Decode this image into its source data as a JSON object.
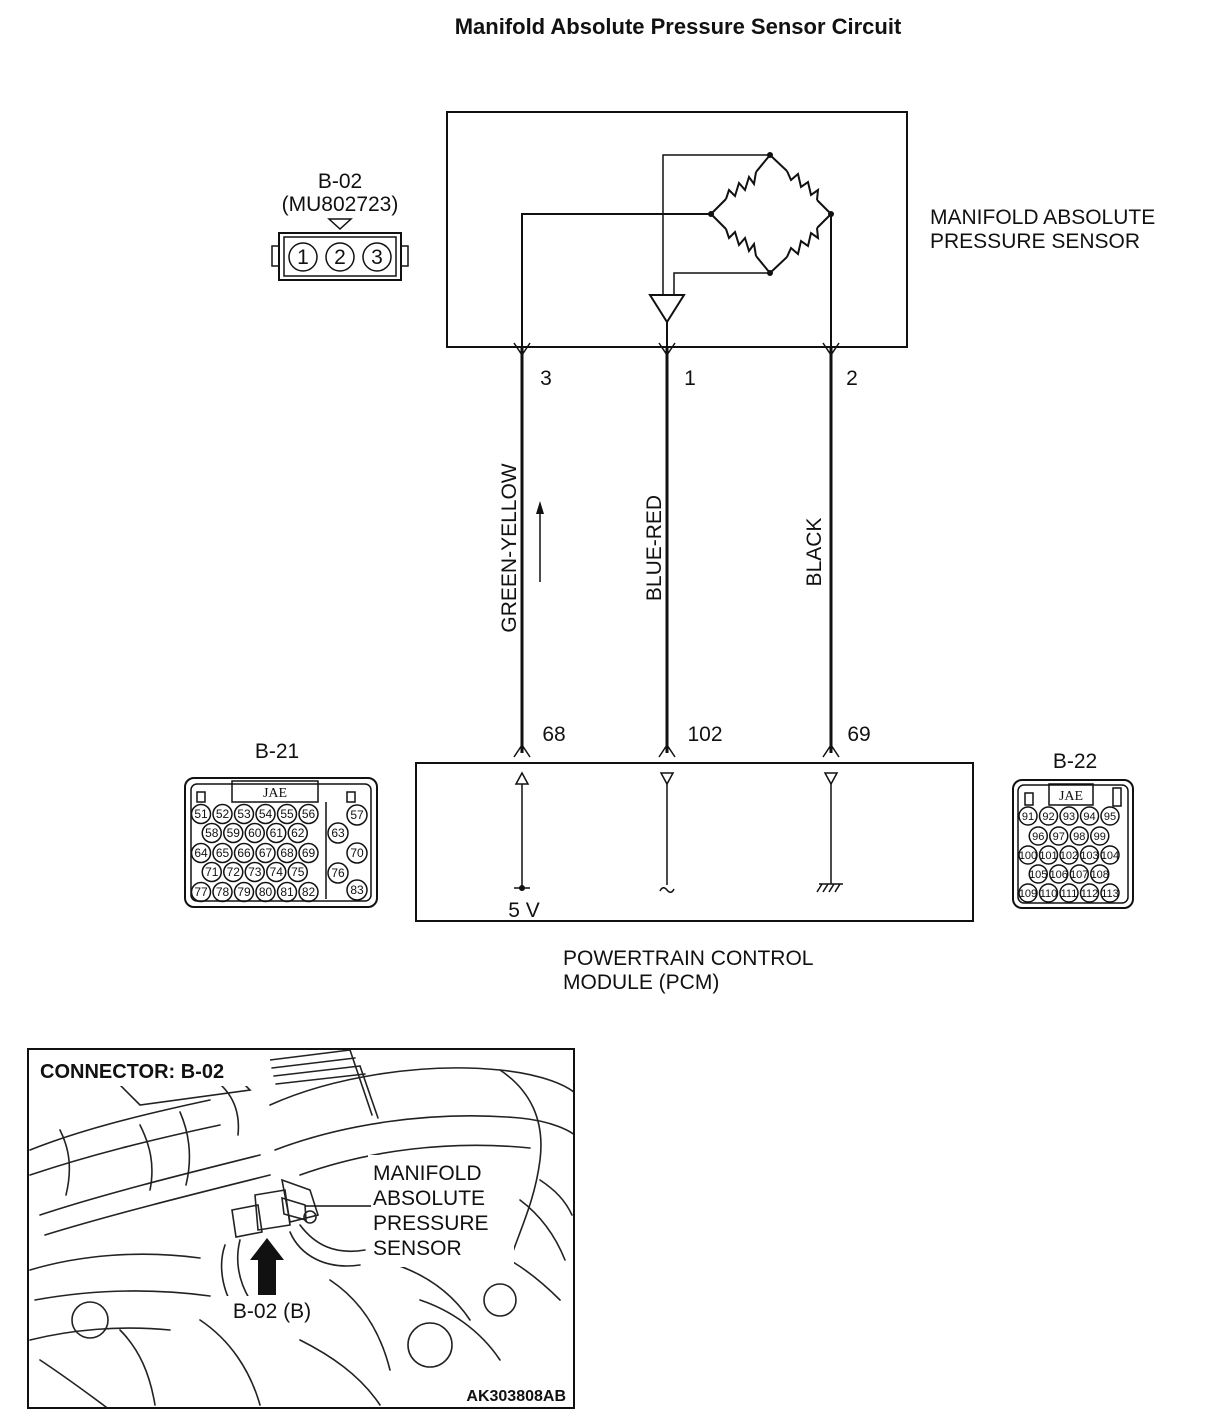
{
  "title": "Manifold Absolute Pressure Sensor Circuit",
  "sensor": {
    "connector_id": "B-02",
    "part_number": "(MU802723)",
    "pins": [
      "1",
      "2",
      "3"
    ],
    "label_line1": "MANIFOLD ABSOLUTE",
    "label_line2": "PRESSURE SENSOR"
  },
  "wires": [
    {
      "sensor_pin": "3",
      "color": "GREEN-YELLOW",
      "pcm_pin": "68"
    },
    {
      "sensor_pin": "1",
      "color": "BLUE-RED",
      "pcm_pin": "102"
    },
    {
      "sensor_pin": "2",
      "color": "BLACK",
      "pcm_pin": "69"
    }
  ],
  "pcm": {
    "label_line1": "POWERTRAIN CONTROL",
    "label_line2": "MODULE (PCM)",
    "supply": "5 V"
  },
  "connector_b21": {
    "id": "B-21",
    "maker": "JAE",
    "rows": [
      [
        "51",
        "52",
        "53",
        "54",
        "55",
        "56"
      ],
      [
        "58",
        "59",
        "60",
        "61",
        "62"
      ],
      [
        "64",
        "65",
        "66",
        "67",
        "68",
        "69"
      ],
      [
        "71",
        "72",
        "73",
        "74",
        "75"
      ],
      [
        "77",
        "78",
        "79",
        "80",
        "81",
        "82"
      ]
    ],
    "side": [
      "57",
      "63",
      "70",
      "76",
      "83"
    ]
  },
  "connector_b22": {
    "id": "B-22",
    "maker": "JAE",
    "rows": [
      [
        "91",
        "92",
        "93",
        "94",
        "95"
      ],
      [
        "96",
        "97",
        "98",
        "99"
      ],
      [
        "100",
        "101",
        "102",
        "103",
        "104"
      ],
      [
        "105",
        "106",
        "107",
        "108"
      ],
      [
        "109",
        "110",
        "111",
        "112",
        "113"
      ]
    ]
  },
  "photo": {
    "heading": "CONNECTOR: B-02",
    "callout": [
      "MANIFOLD",
      "ABSOLUTE",
      "PRESSURE",
      "SENSOR"
    ],
    "pointer": "B-02 (B)",
    "code": "AK303808AB"
  }
}
